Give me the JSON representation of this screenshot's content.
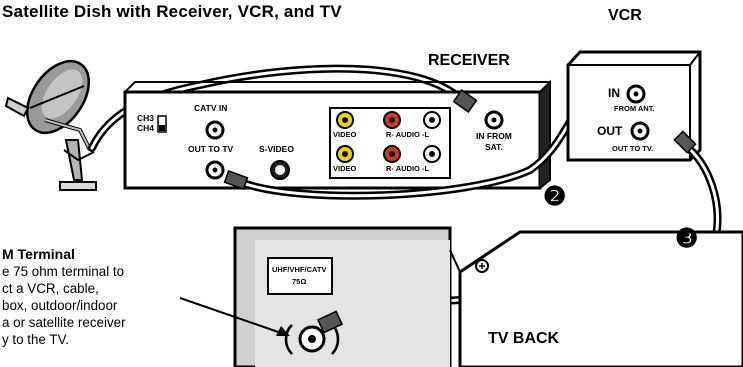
{
  "title": "Satellite Dish with Receiver, VCR, and TV",
  "receiver": {
    "title": "RECEIVER",
    "ch3": "CH3",
    "ch4": "CH4",
    "catv_in": "CATV IN",
    "out_to_tv": "OUT TO TV",
    "s_video": "S-VIDEO",
    "video_1": "VIDEO",
    "audio_1": "R- AUDIO -L",
    "video_2": "VIDEO",
    "audio_2": "R- AUDIO -L",
    "in_from_sat_1": "IN FROM",
    "in_from_sat_2": "SAT."
  },
  "vcr": {
    "title": "VCR",
    "in": "IN",
    "from_ant": "FROM ANT.",
    "out": "OUT",
    "out_to_tv": "OUT TO TV."
  },
  "tv": {
    "title": "TV BACK",
    "terminal_1": "UHF/VHF/CATV",
    "terminal_2": "75Ω"
  },
  "steps": {
    "step_2": "❷",
    "step_3": "❸"
  },
  "note": {
    "heading": "M Terminal",
    "lines": [
      "e 75 ohm terminal to",
      "ct a VCR, cable,",
      "box, outdoor/indoor",
      "a or satellite receiver",
      "y to the TV."
    ]
  }
}
